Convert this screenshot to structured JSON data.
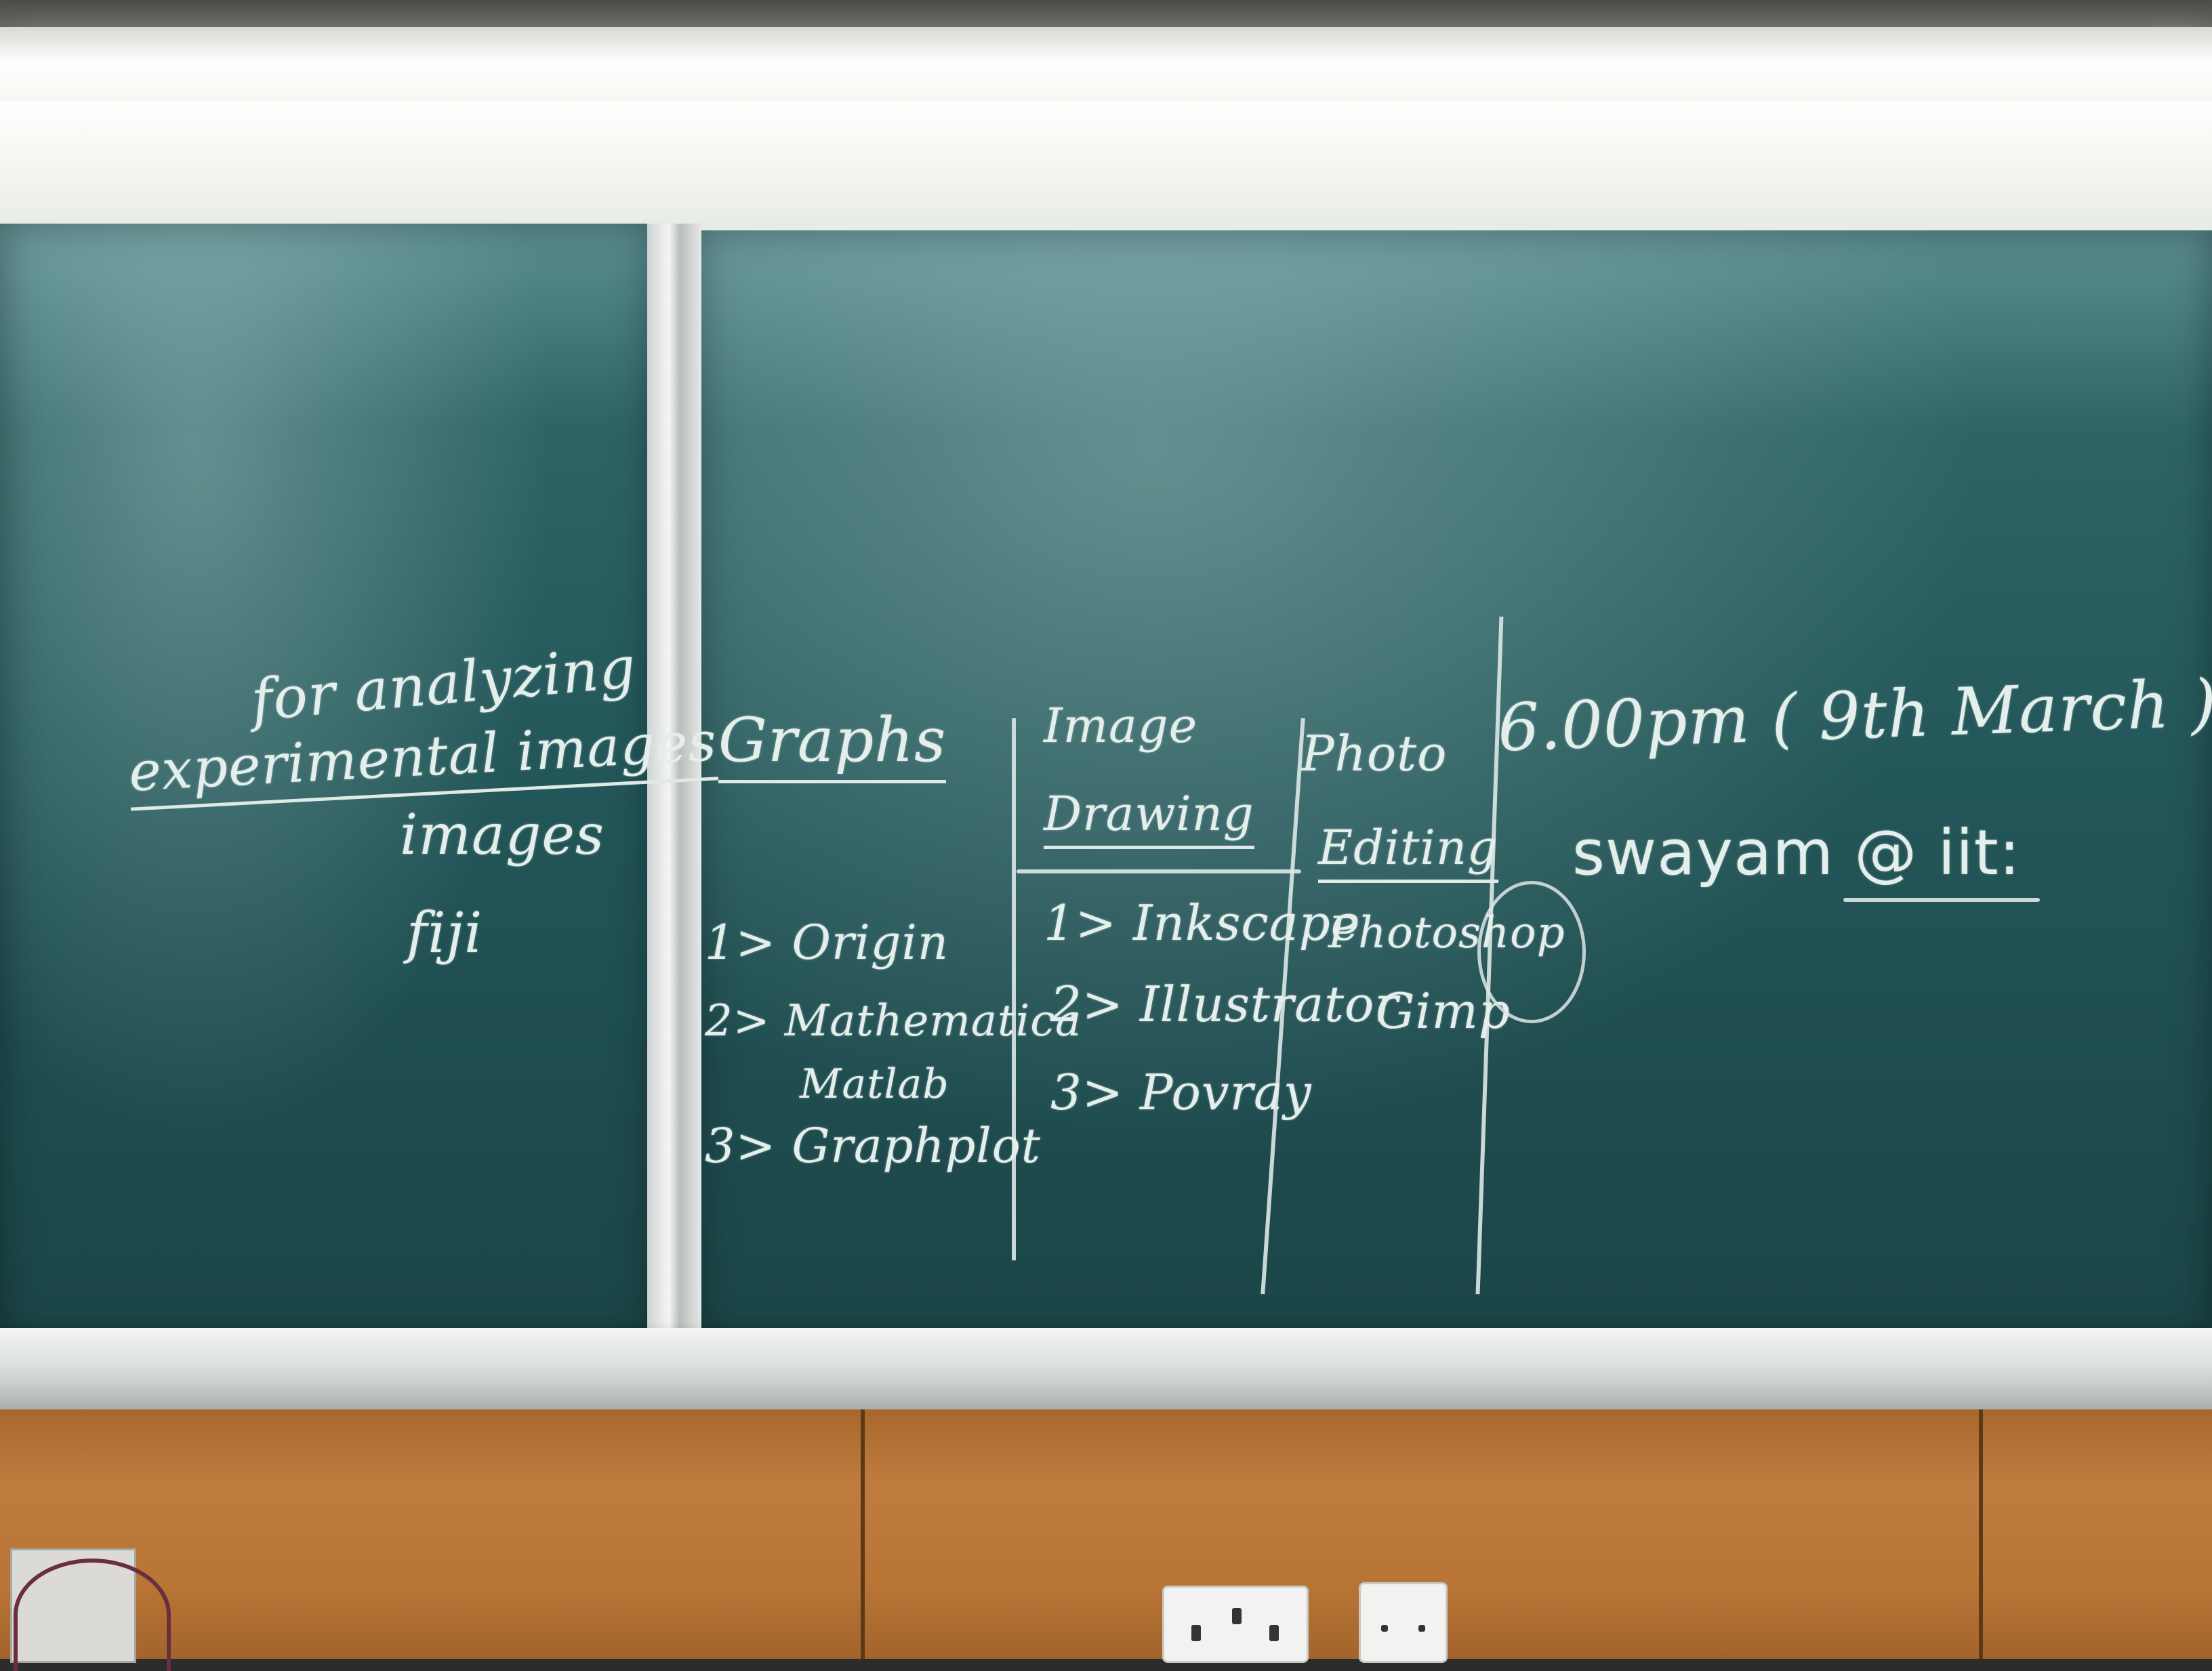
{
  "left_board": {
    "line1": "for analyzing",
    "line2": "experimental images",
    "line3": "images",
    "line4": "fiji"
  },
  "columns": {
    "graphs": {
      "heading": "Graphs",
      "items": [
        "1> Origin",
        "2> Mathematica",
        "Matlab",
        "3> Graphplot"
      ]
    },
    "image_drawing": {
      "heading_line1": "Image",
      "heading_line2": "Drawing",
      "items": [
        "1> Inkscape",
        "2> Illustrator",
        "3> Povray"
      ]
    },
    "photo_editing": {
      "heading_line1": "Photo",
      "heading_line2": "Editing",
      "items": [
        "Photoshop",
        "Gimp"
      ]
    }
  },
  "notice": {
    "line1": "6.00pm ( 9th March )",
    "line2": "swayam @ iit:"
  }
}
